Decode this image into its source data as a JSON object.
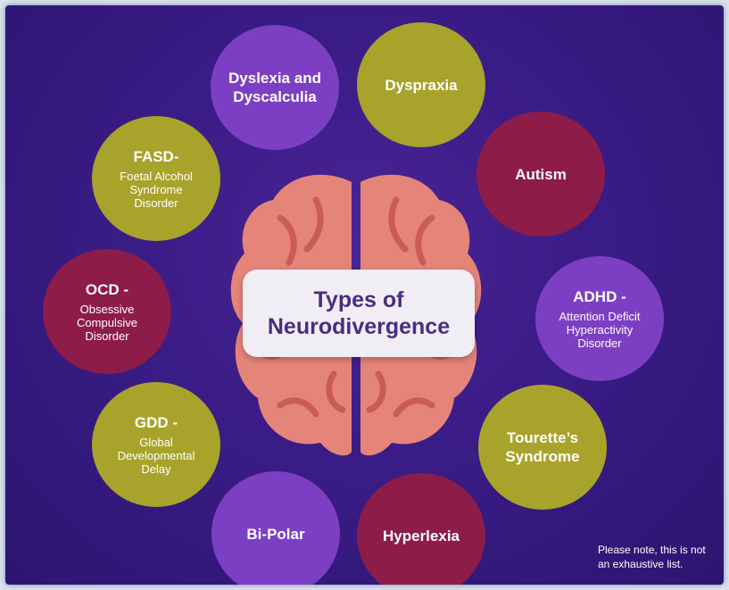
{
  "center_title": "Types of\nNeurodivergence",
  "bubbles": {
    "dyslexia": {
      "title": "Dyslexia and\nDyscalculia",
      "desc": ""
    },
    "dyspraxia": {
      "title": "Dyspraxia",
      "desc": ""
    },
    "fasd": {
      "title": "FASD-",
      "desc": "Foetal Alcohol\nSyndrome\nDisorder"
    },
    "autism": {
      "title": "Autism",
      "desc": ""
    },
    "ocd": {
      "title": "OCD -",
      "desc": "Obsessive\nCompulsive\nDisorder"
    },
    "adhd": {
      "title": "ADHD -",
      "desc": "Attention Deficit\nHyperactivity\nDisorder"
    },
    "gdd": {
      "title": "GDD -",
      "desc": "Global\nDevelopmental\nDelay"
    },
    "tourettes": {
      "title": "Tourette’s\nSyndrome",
      "desc": ""
    },
    "bipolar": {
      "title": "Bi-Polar",
      "desc": ""
    },
    "hyperlexia": {
      "title": "Hyperlexia",
      "desc": ""
    }
  },
  "note": "Please note, this is not\nan exhaustive list.",
  "colors": {
    "olive": "#a8a32a",
    "purple": "#7c3fc4",
    "maroon": "#8e1c48",
    "brain": "#e58479",
    "background": "#3a1c86"
  }
}
